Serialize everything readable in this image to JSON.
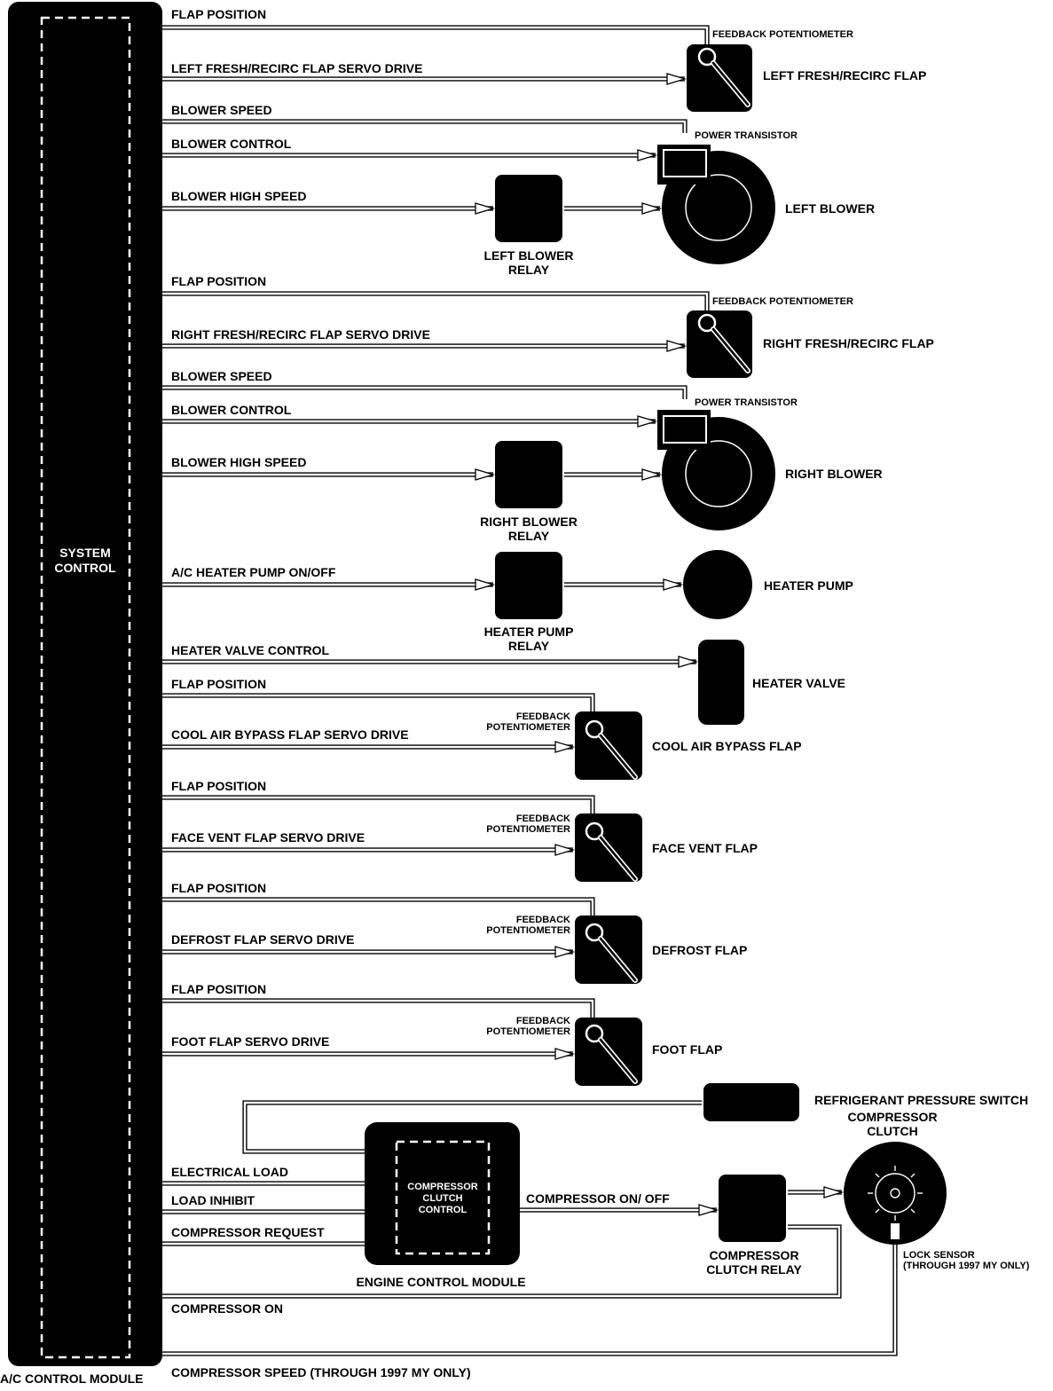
{
  "module": {
    "label": "A/C CONTROL MODULE",
    "inner_line1": "SYSTEM",
    "inner_line2": "CONTROL"
  },
  "signals": {
    "flap_position": "FLAP POSITION",
    "left_servo": "LEFT FRESH/RECIRC FLAP SERVO DRIVE",
    "right_servo": "RIGHT FRESH/RECIRC FLAP SERVO DRIVE",
    "blower_speed": "BLOWER SPEED",
    "blower_control": "BLOWER CONTROL",
    "blower_high_speed": "BLOWER HIGH SPEED",
    "heater_pump_onoff": "A/C HEATER PUMP ON/OFF",
    "heater_valve_control": "HEATER VALVE CONTROL",
    "cool_air_servo": "COOL AIR BYPASS FLAP SERVO DRIVE",
    "face_vent_servo": "FACE VENT FLAP SERVO DRIVE",
    "defrost_servo": "DEFROST FLAP SERVO DRIVE",
    "foot_servo": "FOOT FLAP SERVO DRIVE",
    "electrical_load": "ELECTRICAL LOAD",
    "load_inhibit": "LOAD INHIBIT",
    "compressor_request": "COMPRESSOR REQUEST",
    "compressor_onoff": "COMPRESSOR ON/ OFF",
    "compressor_on": "COMPRESSOR ON",
    "compressor_speed": "COMPRESSOR SPEED (THROUGH 1997 MY ONLY)"
  },
  "components": {
    "feedback_pot": "FEEDBACK POTENTIOMETER",
    "feedback_line1": "FEEDBACK",
    "feedback_line2": "POTENTIOMETER",
    "left_flap": "LEFT FRESH/RECIRC FLAP",
    "right_flap": "RIGHT FRESH/RECIRC FLAP",
    "power_transistor": "POWER TRANSISTOR",
    "left_blower": "LEFT BLOWER",
    "right_blower": "RIGHT BLOWER",
    "left_relay_line1": "LEFT BLOWER",
    "left_relay_line2": "RELAY",
    "right_relay_line1": "RIGHT BLOWER",
    "right_relay_line2": "RELAY",
    "heater_relay_line1": "HEATER PUMP",
    "heater_relay_line2": "RELAY",
    "heater_pump": "HEATER PUMP",
    "heater_valve": "HEATER VALVE",
    "cool_air_flap": "COOL AIR BYPASS FLAP",
    "face_vent_flap": "FACE VENT FLAP",
    "defrost_flap": "DEFROST FLAP",
    "foot_flap": "FOOT FLAP",
    "pressure_switch": "REFRIGERANT PRESSURE SWITCH",
    "clutch_line1": "COMPRESSOR",
    "clutch_line2": "CLUTCH",
    "ccc_line1": "COMPRESSOR",
    "ccc_line2": "CLUTCH",
    "ccc_line3": "CONTROL",
    "ecm": "ENGINE CONTROL MODULE",
    "ccr_line1": "COMPRESSOR",
    "ccr_line2": "CLUTCH RELAY",
    "lock_line1": "LOCK SENSOR",
    "lock_line2": "(THROUGH 1997 MY ONLY)"
  }
}
